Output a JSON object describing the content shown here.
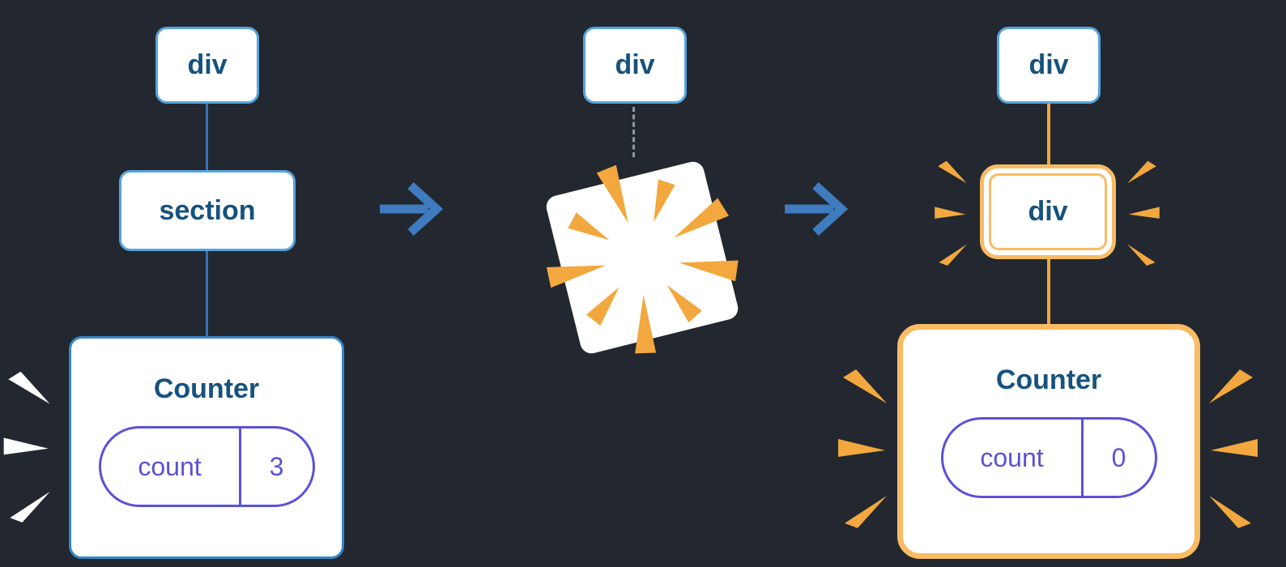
{
  "diagram": {
    "left": {
      "root_label": "div",
      "child_label": "section",
      "counter_title": "Counter",
      "state_key": "count",
      "state_value": "3"
    },
    "middle": {
      "root_label": "div"
    },
    "right": {
      "root_label": "div",
      "child_label": "div",
      "counter_title": "Counter",
      "state_key": "count",
      "state_value": "0"
    }
  },
  "icons": {
    "arrow": "arrow-right-icon",
    "poof": "poof-burst-icon",
    "sparkle": "sparkle-burst-icon"
  },
  "colors": {
    "background": "#23272F",
    "node_border_blue": "#55A5DF",
    "counter_border_blue": "#3687CA",
    "text_navy": "#17527E",
    "edge_blue": "#3372B5",
    "edge_dashed_gray": "#8A99A8",
    "state_purple": "#5B51D8",
    "highlight_orange_border": "#F8BC64",
    "burst_orange": "#F2A83E",
    "arrow_blue": "#3E7BBF",
    "sparkle_white": "#FFFFFF"
  }
}
